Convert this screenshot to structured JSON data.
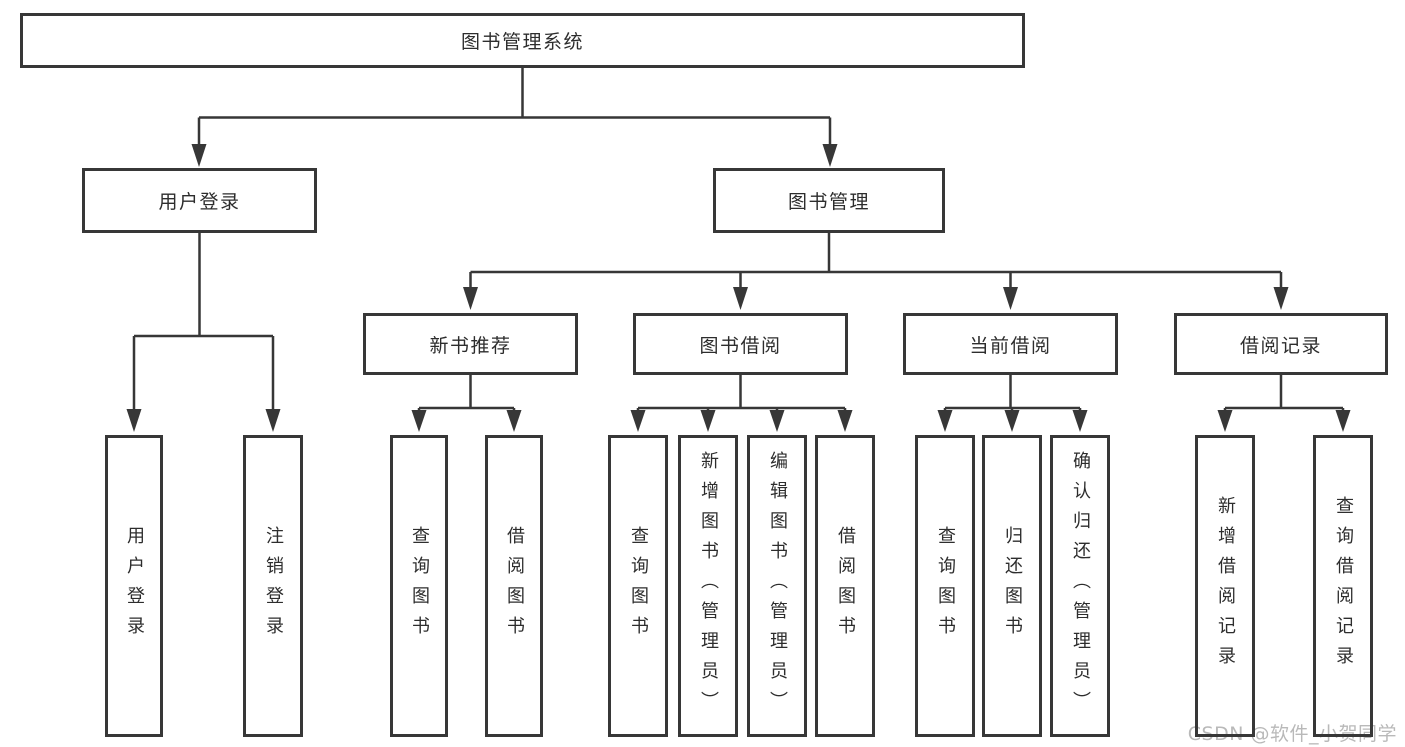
{
  "diagram": {
    "root": {
      "label": "图书管理系统"
    },
    "branches": [
      {
        "label": "用户登录",
        "children": [
          {
            "label": "用户登录"
          },
          {
            "label": "注销登录"
          }
        ]
      },
      {
        "label": "图书管理",
        "children": [
          {
            "label": "新书推荐",
            "children": [
              {
                "label": "查询图书"
              },
              {
                "label": "借阅图书"
              }
            ]
          },
          {
            "label": "图书借阅",
            "children": [
              {
                "label": "查询图书"
              },
              {
                "label": "新增图书（管理员）"
              },
              {
                "label": "编辑图书（管理员）"
              },
              {
                "label": "借阅图书"
              }
            ]
          },
          {
            "label": "当前借阅",
            "children": [
              {
                "label": "查询图书"
              },
              {
                "label": "归还图书"
              },
              {
                "label": "确认归还（管理员）"
              }
            ]
          },
          {
            "label": "借阅记录",
            "children": [
              {
                "label": "新增借阅记录"
              },
              {
                "label": "查询借阅记录"
              }
            ]
          }
        ]
      }
    ]
  },
  "watermark": {
    "text": "CSDN @软件_小贺同学"
  },
  "colors": {
    "line": "#373737",
    "box_border": "#373737",
    "text": "#2d2d2d",
    "watermark": "#b9b9b9",
    "background": "#ffffff"
  }
}
